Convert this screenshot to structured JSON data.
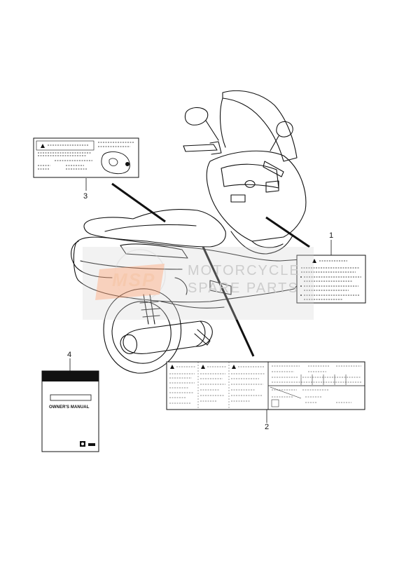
{
  "callouts": [
    {
      "number": "1",
      "part": "label-1"
    },
    {
      "number": "2",
      "part": "label-2"
    },
    {
      "number": "3",
      "part": "label-3"
    },
    {
      "number": "4",
      "part": "owners-manual"
    }
  ],
  "manual": {
    "title": "OWNER'S MANUAL"
  },
  "watermark": {
    "logo_text": "MSP",
    "line1": "MOTORCYCLE",
    "line2": "SPARE PARTS",
    "colors": {
      "logo": "#f4a47c",
      "band": "#d6d6d6",
      "text": "#c4c4c4"
    }
  }
}
